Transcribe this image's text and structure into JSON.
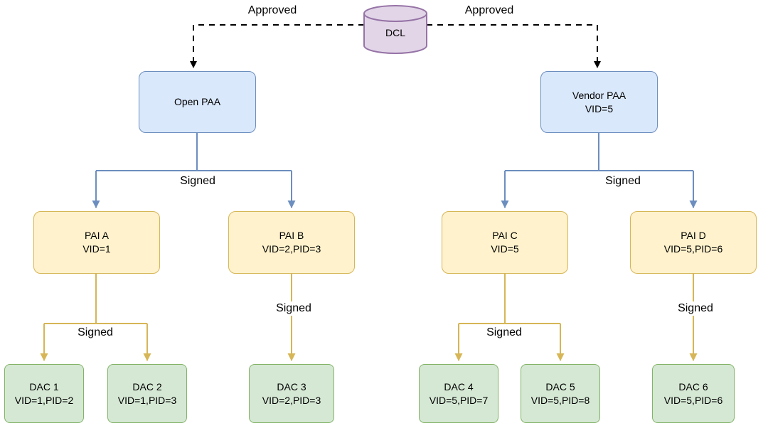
{
  "dcl": {
    "label": "DCL"
  },
  "nodes": {
    "open_paa": {
      "title": "Open PAA",
      "subtitle": ""
    },
    "vendor_paa": {
      "title": "Vendor PAA",
      "subtitle": "VID=5"
    },
    "pai_a": {
      "title": "PAI A",
      "subtitle": "VID=1"
    },
    "pai_b": {
      "title": "PAI B",
      "subtitle": "VID=2,PID=3"
    },
    "pai_c": {
      "title": "PAI C",
      "subtitle": "VID=5"
    },
    "pai_d": {
      "title": "PAI D",
      "subtitle": "VID=5,PID=6"
    },
    "dac_1": {
      "title": "DAC 1",
      "subtitle": "VID=1,PID=2"
    },
    "dac_2": {
      "title": "DAC 2",
      "subtitle": "VID=1,PID=3"
    },
    "dac_3": {
      "title": "DAC 3",
      "subtitle": "VID=2,PID=3"
    },
    "dac_4": {
      "title": "DAC 4",
      "subtitle": "VID=5,PID=7"
    },
    "dac_5": {
      "title": "DAC 5",
      "subtitle": "VID=5,PID=8"
    },
    "dac_6": {
      "title": "DAC 6",
      "subtitle": "VID=5,PID=6"
    }
  },
  "edge_labels": {
    "approved_left": "Approved",
    "approved_right": "Approved",
    "signed_open_paa": "Signed",
    "signed_vendor_paa": "Signed",
    "signed_pai_a": "Signed",
    "signed_pai_b": "Signed",
    "signed_pai_c": "Signed",
    "signed_pai_d": "Signed"
  },
  "colors": {
    "paa_fill": "#dae8fc",
    "paa_stroke": "#6c8ebf",
    "pai_fill": "#fff2cc",
    "pai_stroke": "#d6b656",
    "dac_fill": "#d5e8d4",
    "dac_stroke": "#82b366",
    "dcl_fill": "#e1d5e7",
    "dcl_stroke": "#9673a6",
    "approved_edge": "#000000",
    "signed_paa_edge": "#6c8ebf",
    "signed_pai_edge": "#d6b656"
  }
}
